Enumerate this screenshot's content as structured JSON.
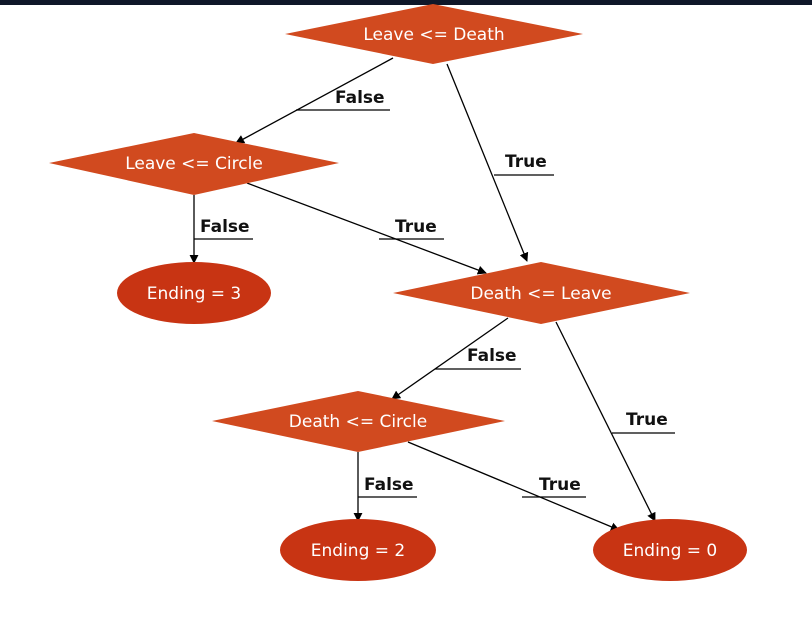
{
  "colors": {
    "decision_fill": "#d14a1f",
    "leaf_fill": "#c83413",
    "edge": "#000000",
    "text": "#ffffff"
  },
  "nodes": {
    "n1": "Leave <= Death",
    "n2": "Leave <= Circle",
    "n3": "Ending = 3",
    "n4": "Death <= Leave",
    "n5": "Death <= Circle",
    "n6": "Ending = 2",
    "n7": "Ending = 0"
  },
  "edges": {
    "e1": "False",
    "e2": "True",
    "e3": "False",
    "e4": "True",
    "e5": "False",
    "e6": "True",
    "e7": "False",
    "e8": "True"
  }
}
